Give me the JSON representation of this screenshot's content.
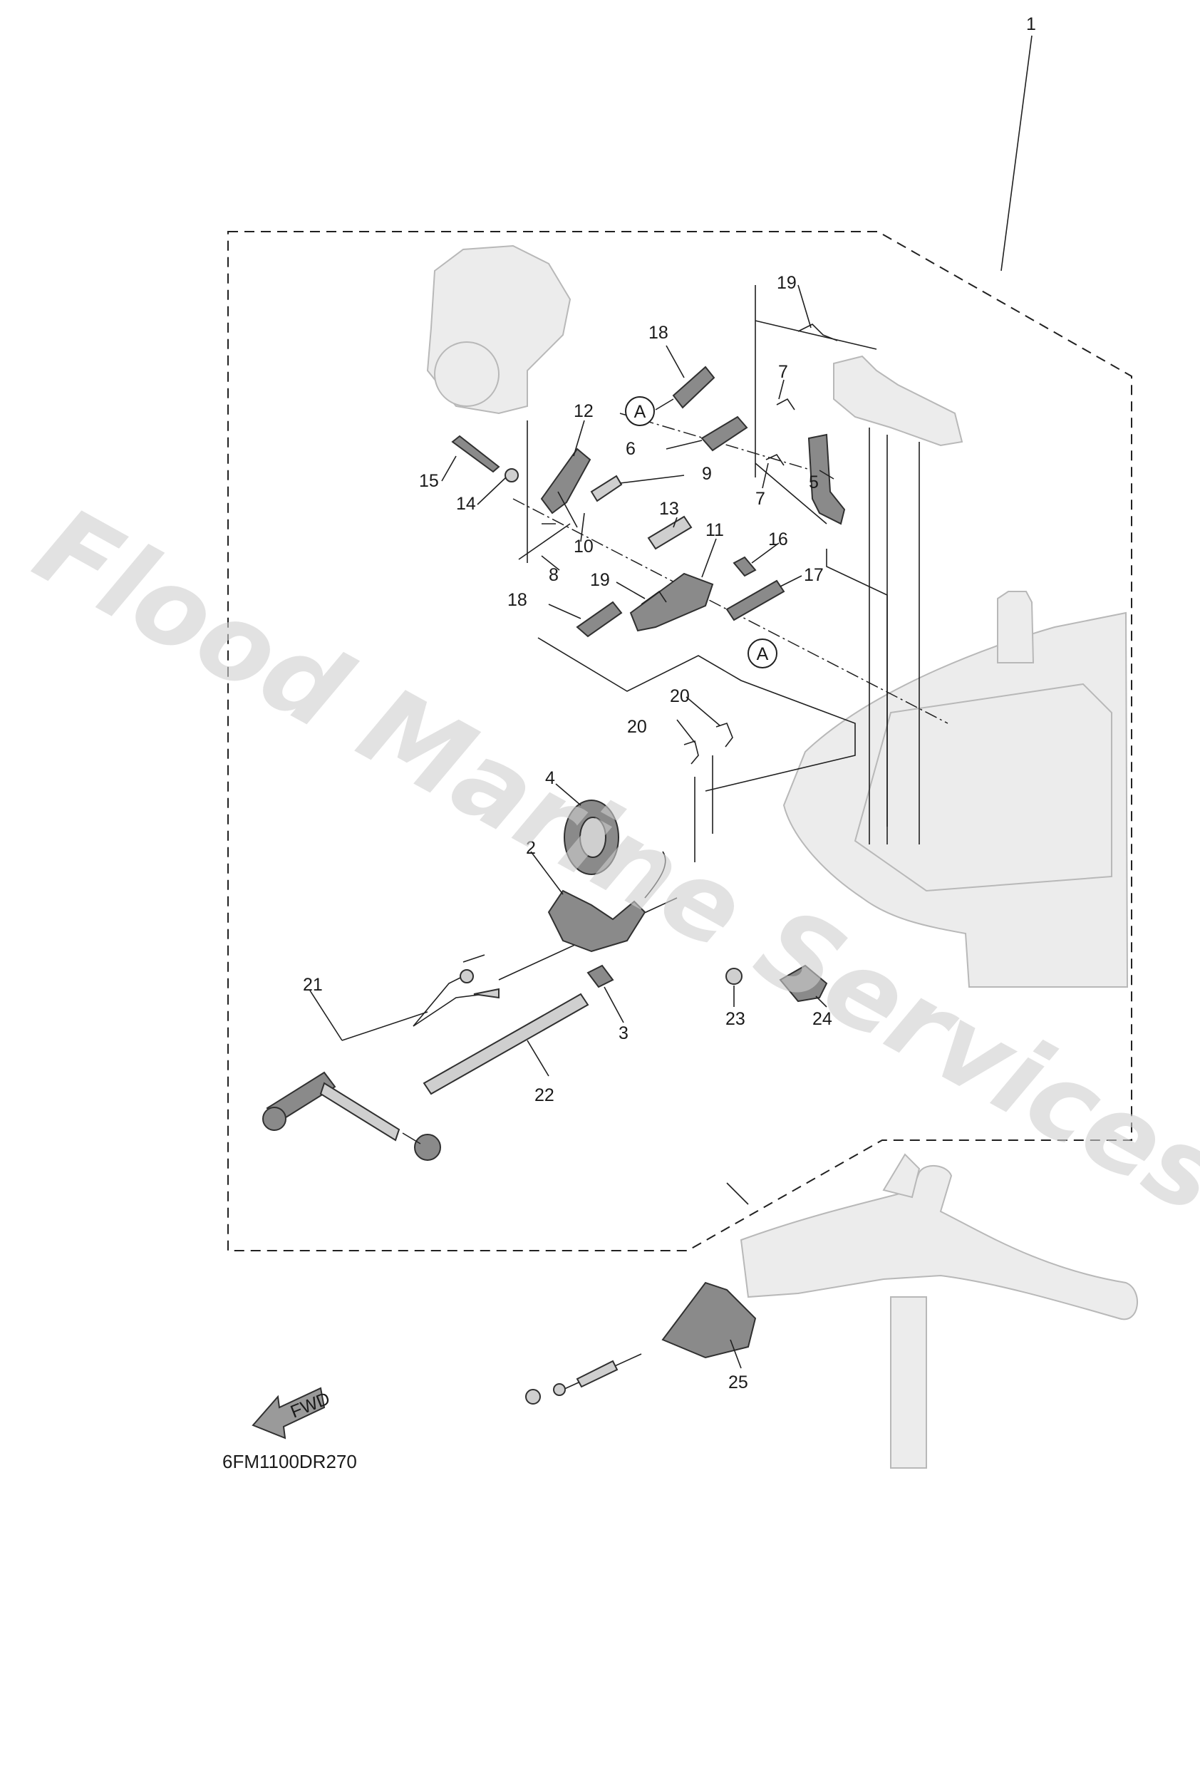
{
  "diagram_code": "6FM1100DR270",
  "fwd_label": "FWD",
  "watermark": "Flood Marine Services",
  "reference_marker": "A",
  "callouts": [
    "1",
    "2",
    "3",
    "4",
    "5",
    "6",
    "7",
    "7",
    "8",
    "9",
    "10",
    "11",
    "12",
    "13",
    "14",
    "15",
    "16",
    "17",
    "18",
    "18",
    "19",
    "19",
    "20",
    "20",
    "21",
    "22",
    "23",
    "24",
    "25"
  ],
  "colors": {
    "line": "#202020",
    "part_fill": "#8a8a8a",
    "ghost_fill": "#ececec",
    "watermark": "#cfcfcf"
  }
}
